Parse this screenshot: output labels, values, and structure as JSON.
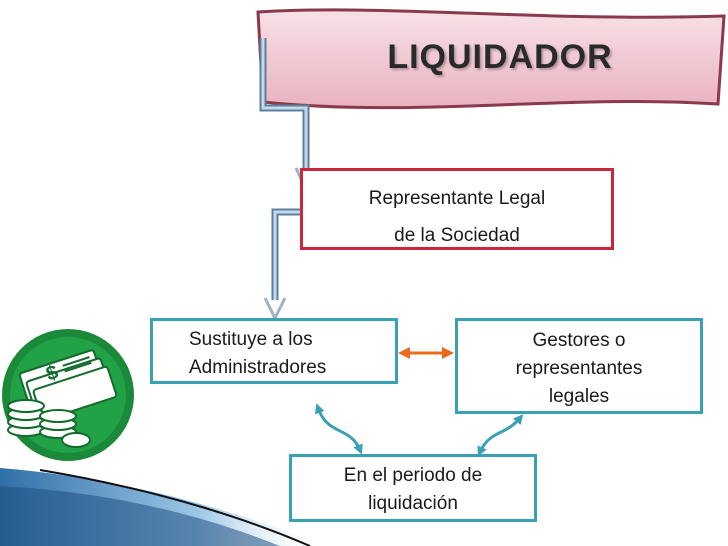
{
  "title": "LIQUIDADOR",
  "nodes": {
    "legal_rep": {
      "line1": "Representante Legal",
      "line2": "de la Sociedad"
    },
    "substitute": {
      "line1": "Sustituye  a los",
      "line2": "Administradores"
    },
    "managers": {
      "line1": "Gestores o",
      "line2": "representantes",
      "line3": "legales"
    },
    "period": {
      "line1": "En el periodo de",
      "line2": "liquidación"
    }
  },
  "colors": {
    "banner_fill": "#f3c3cf",
    "banner_border": "#8a3a4c",
    "red_border": "#c8283a",
    "teal_border": "#3aa0b4",
    "double_arrow": "#e86a1a",
    "connector": "#9fb1c6",
    "icon_green": "#1a8a3a"
  },
  "icons": [
    "money-stack-icon"
  ]
}
